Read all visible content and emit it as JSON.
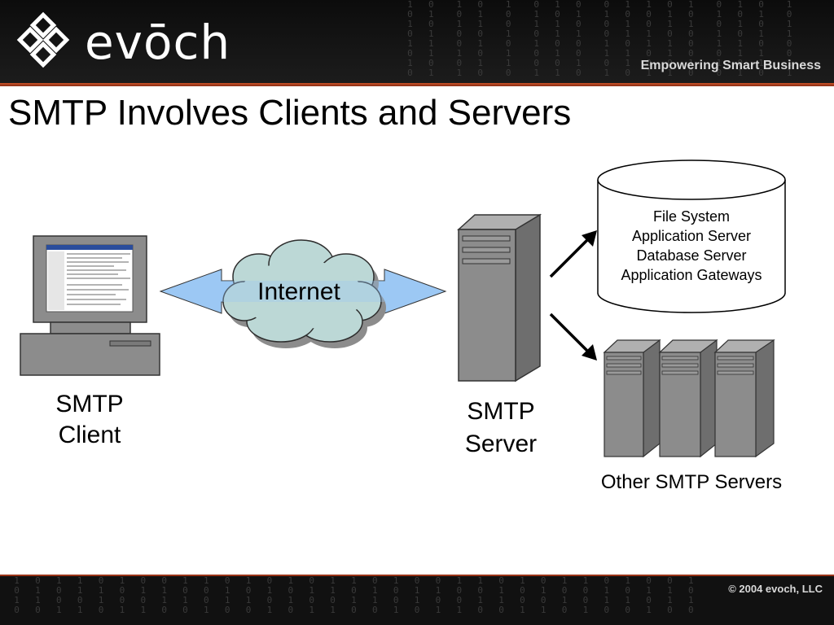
{
  "brand": {
    "logo_text": "evōch",
    "tagline": "Empowering Smart Business",
    "copyright": "© 2004 evoch, LLC"
  },
  "slide": {
    "title": "SMTP Involves Clients and Servers"
  },
  "diagram": {
    "cloud_label": "Internet",
    "client_label_line1": "SMTP",
    "client_label_line2": "Client",
    "server_label_line1": "SMTP",
    "server_label_line2": "Server",
    "backend_items": [
      "File System",
      "Application Server",
      "Database Server",
      "Application Gateways"
    ],
    "other_servers_label": "Other SMTP Servers"
  },
  "colors": {
    "arrow_fill": "#9cc8f4",
    "cloud_fill": "#bcd8d6",
    "device_gray": "#8c8c8c",
    "accent_rule": "#c9542a"
  }
}
